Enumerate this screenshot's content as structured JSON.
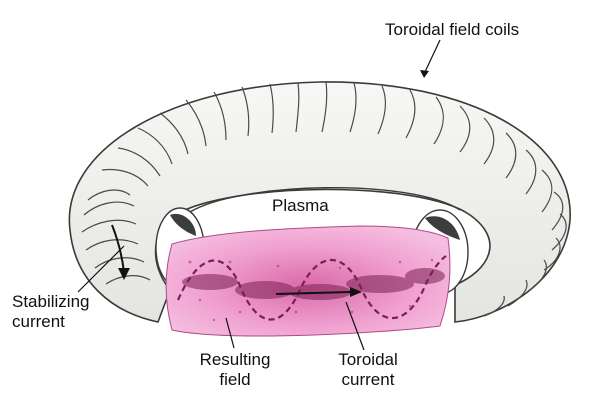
{
  "labels": {
    "toroidal_field_coils": "Toroidal field coils",
    "plasma": "Plasma",
    "stabilizing_current_line1": "Stabilizing",
    "stabilizing_current_line2": "current",
    "resulting_field_line1": "Resulting",
    "resulting_field_line2": "field",
    "toroidal_current_line1": "Toroidal",
    "toroidal_current_line2": "current"
  },
  "colors": {
    "background": "#ffffff",
    "torus_fill": "#f1f1ef",
    "coil_line": "#3a3a3a",
    "plasma_fill": "#ef9fcf",
    "plasma_dark": "#7a1f52",
    "label_text": "#111111"
  }
}
